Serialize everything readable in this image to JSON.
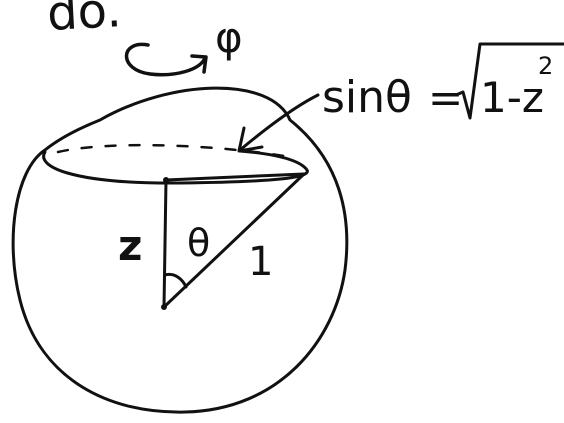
{
  "header": {
    "fragment": "do.",
    "rotation_symbol": "φ"
  },
  "annotation": {
    "lhs": "sinθ",
    "eq": "=",
    "radicand": "1-z",
    "exponent": "2"
  },
  "labels": {
    "height": "z",
    "angle": "θ",
    "radius": "1"
  },
  "colors": {
    "ink": "#111111",
    "paper": "#ffffff"
  }
}
